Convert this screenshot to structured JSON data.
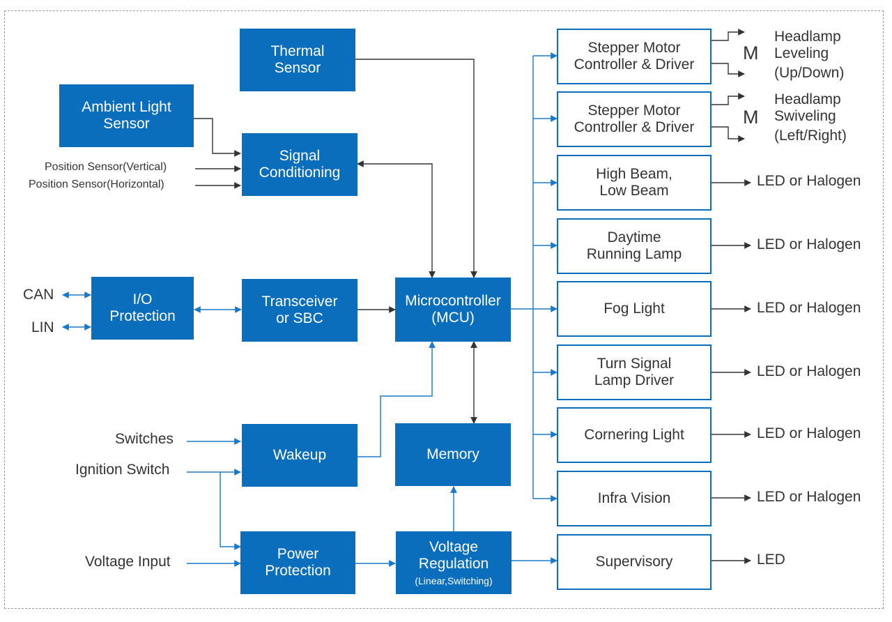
{
  "blocks": {
    "thermal_sensor": [
      "Thermal",
      "Sensor"
    ],
    "ambient_light_sensor": [
      "Ambient Light",
      "Sensor"
    ],
    "signal_conditioning": [
      "Signal",
      "Conditioning"
    ],
    "io_protection": [
      "I/O",
      "Protection"
    ],
    "transceiver": [
      "Transceiver",
      "or SBC"
    ],
    "microcontroller": [
      "Microcontroller",
      "(MCU)"
    ],
    "wakeup": [
      "Wakeup"
    ],
    "memory": [
      "Memory"
    ],
    "power_protection": [
      "Power",
      "Protection"
    ],
    "voltage_regulation": [
      "Voltage",
      "Regulation"
    ],
    "voltage_regulation_sub": "(Linear,Switching)"
  },
  "outputs": {
    "stepper_leveling": [
      "Stepper Motor",
      "Controller & Driver"
    ],
    "stepper_swiveling": [
      "Stepper Motor",
      "Controller & Driver"
    ],
    "high_low_beam": [
      "High Beam,",
      "Low Beam"
    ],
    "daytime_running": [
      "Daytime",
      "Running Lamp"
    ],
    "fog_light": [
      "Fog Light"
    ],
    "turn_signal": [
      "Turn Signal",
      "Lamp Driver"
    ],
    "cornering_light": [
      "Cornering Light"
    ],
    "infra_vision": [
      "Infra Vision"
    ],
    "supervisory": [
      "Supervisory"
    ]
  },
  "inputs": {
    "position_vertical": "Position Sensor(Vertical)",
    "position_horizontal": "Position Sensor(Horizontal)",
    "can": "CAN",
    "lin": "LIN",
    "switches": "Switches",
    "ignition_switch": "Ignition Switch",
    "voltage_input": "Voltage Input"
  },
  "loads": {
    "motor_symbol": "M",
    "headlamp_leveling": [
      "Headlamp",
      "Leveling",
      "(Up/Down)"
    ],
    "headlamp_swiveling": [
      "Headlamp",
      "Swiveling",
      "(Left/Right)"
    ],
    "led_or_halogen": "LED or Halogen",
    "led": "LED"
  },
  "colors": {
    "block_blue": "#0a6ebd",
    "wire_blue": "#1a78c8",
    "wire_dark": "#333333",
    "frame": "#9a9a9a"
  }
}
